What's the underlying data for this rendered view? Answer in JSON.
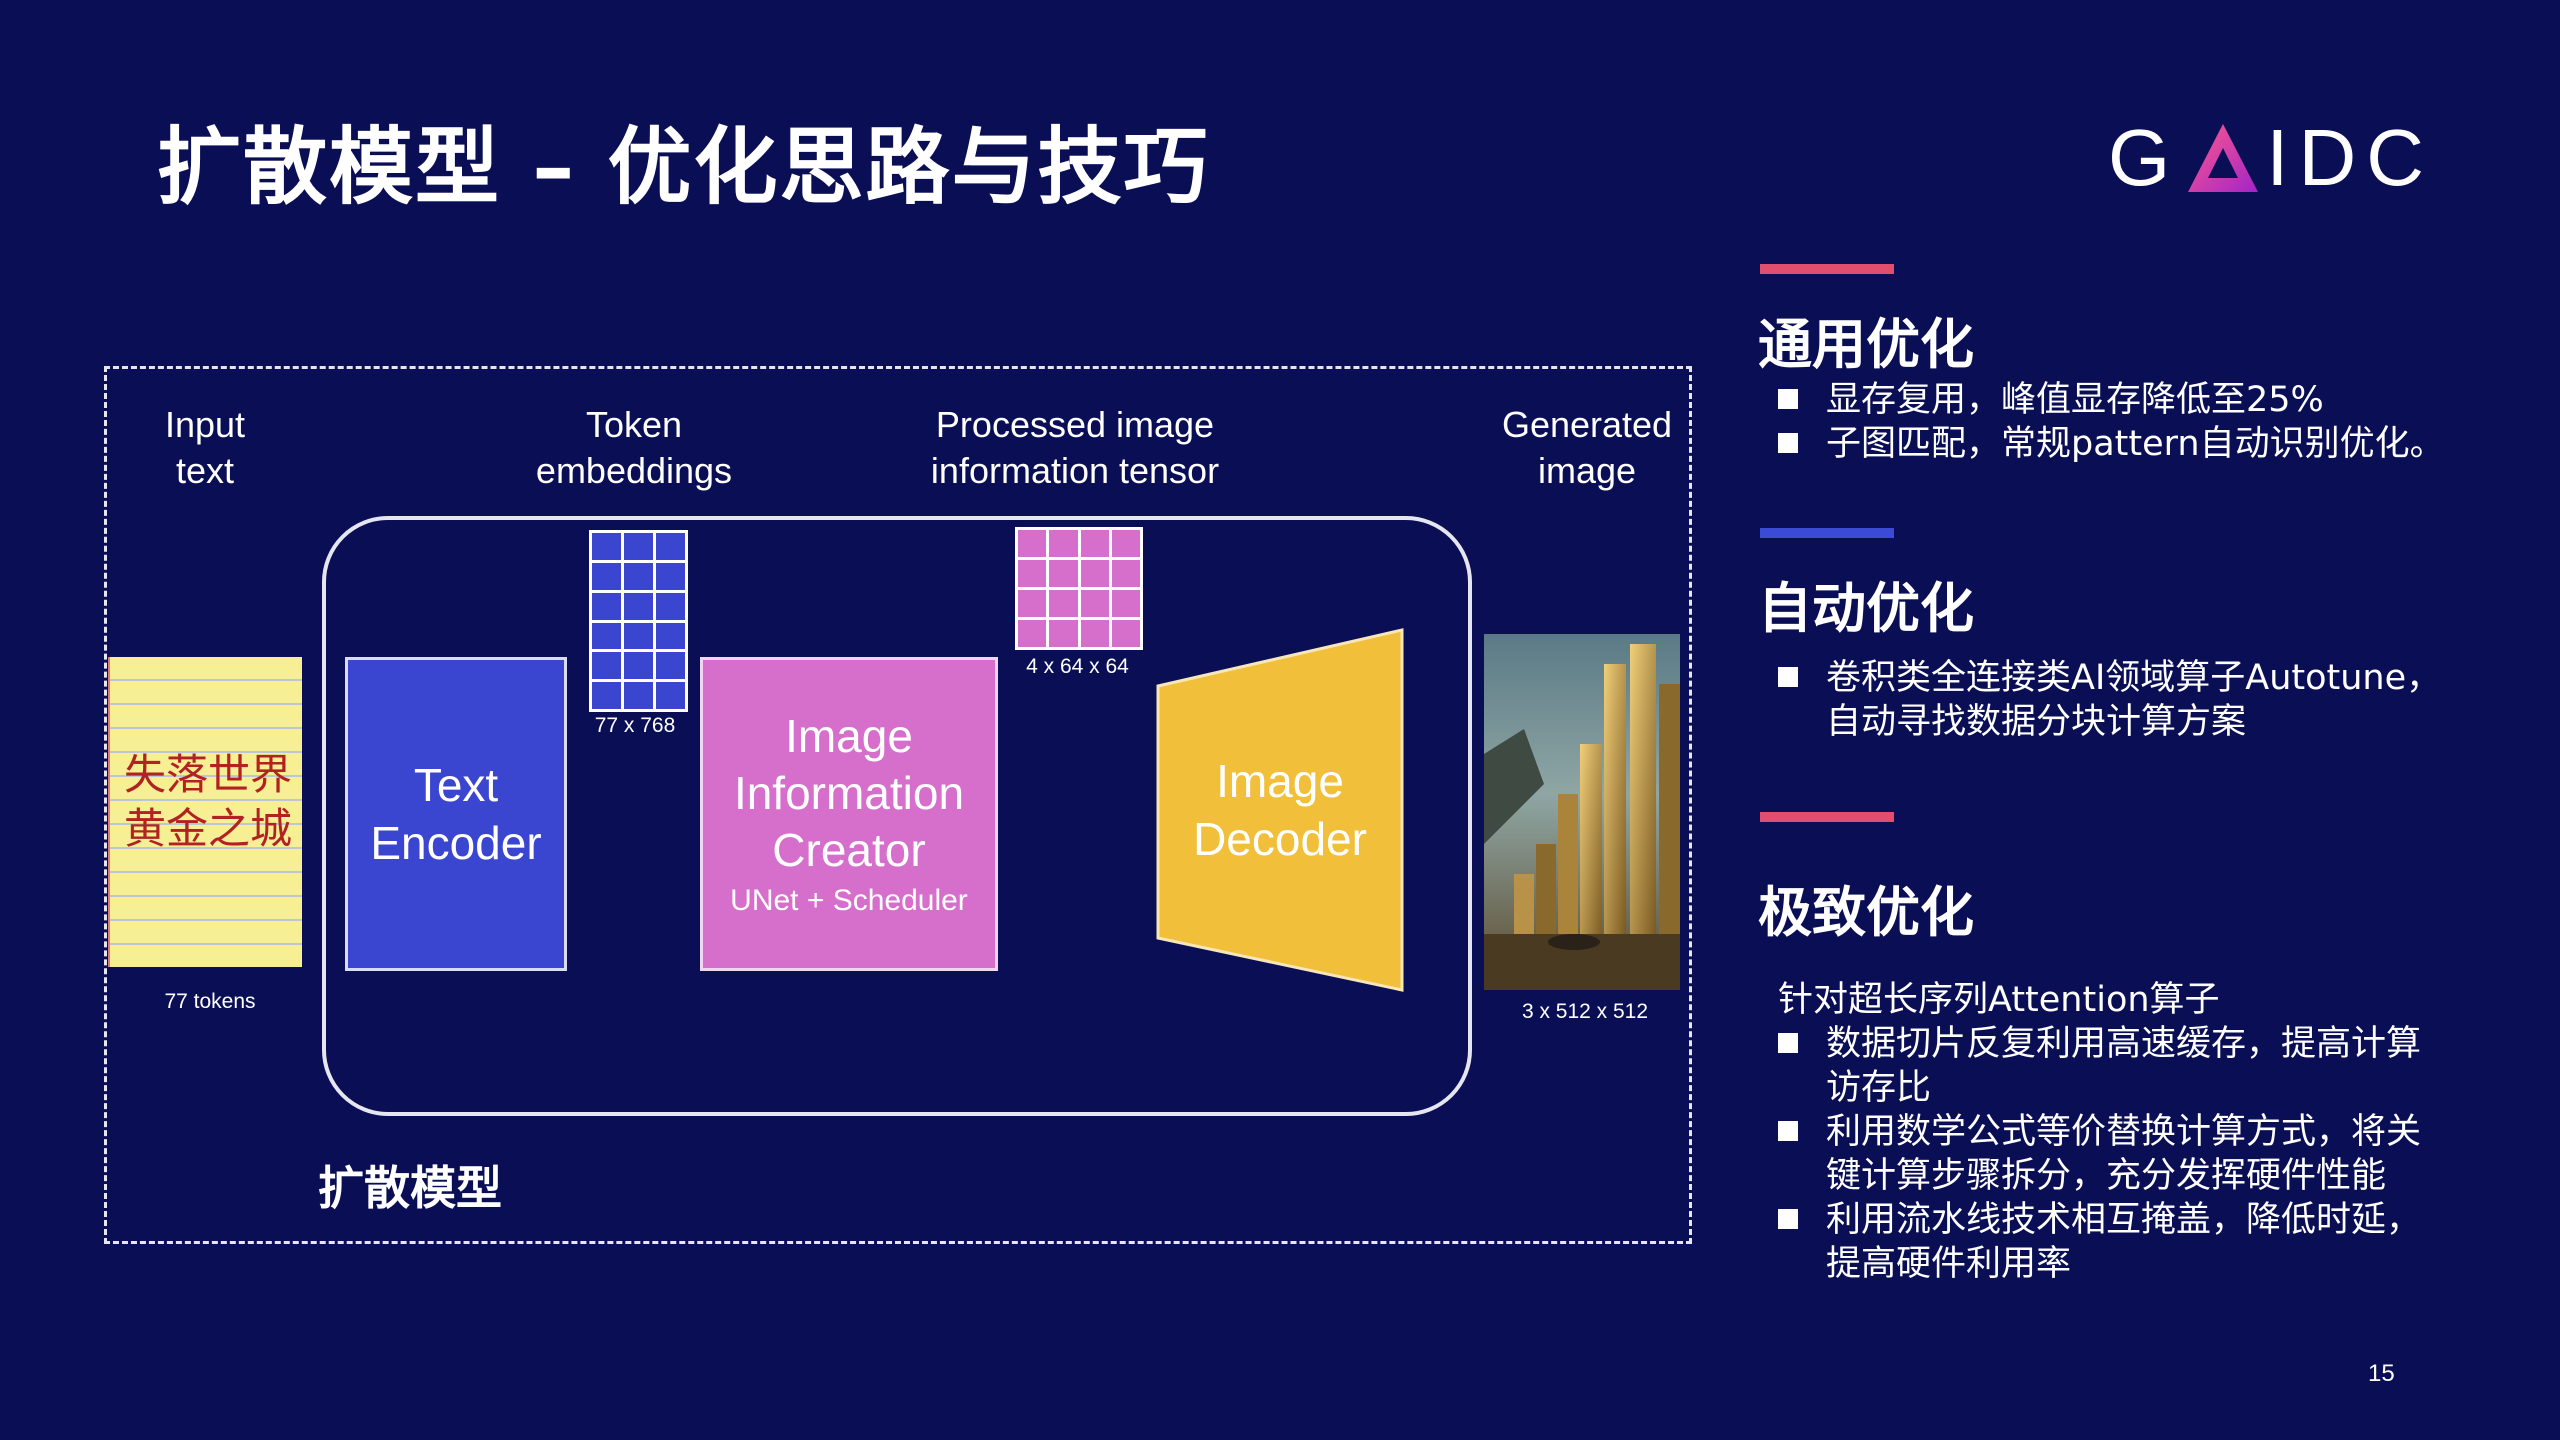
{
  "slide": {
    "title": "扩散模型 – 优化思路与技巧",
    "page_number": "15",
    "logo": {
      "left": "G",
      "right": "IDC"
    }
  },
  "diagram": {
    "labels": {
      "input": [
        "Input",
        "text"
      ],
      "token": [
        "Token",
        "embeddings"
      ],
      "processed": [
        "Processed image",
        "information tensor"
      ],
      "generated": [
        "Generated",
        "image"
      ]
    },
    "notepad_text": [
      "失落世界",
      "黄金之城"
    ],
    "tokens_caption": "77 tokens",
    "embedding_dims": "77 x 768",
    "tensor_dims": "4 x 64 x 64",
    "output_dims": "3 x 512 x 512",
    "text_encoder": [
      "Text",
      "Encoder"
    ],
    "image_creator": [
      "Image",
      "Information",
      "Creator"
    ],
    "image_creator_sub": "UNet + Scheduler",
    "image_decoder": [
      "Image",
      "Decoder"
    ],
    "caption": "扩散模型",
    "colors": {
      "encoder": "#3a46cf",
      "creator": "#d66fcb",
      "decoder": "#f2bf3b"
    }
  },
  "sections": {
    "general": {
      "title": "通用优化",
      "bar_color": "#e0506e",
      "items": [
        "显存复用，峰值显存降低至25%",
        "子图匹配，常规pattern自动识别优化。"
      ]
    },
    "auto": {
      "title": "自动优化",
      "bar_color": "#3b4bd6",
      "items": [
        "卷积类全连接类AI领域算子Autotune，",
        "自动寻找数据分块计算方案"
      ]
    },
    "extreme": {
      "title": "极致优化",
      "bar_color": "#e0506e",
      "intro": "针对超长序列Attention算子",
      "items": [
        [
          "数据切片反复利用高速缓存，提高计算",
          "访存比"
        ],
        [
          "利用数学公式等价替换计算方式，将关",
          "键计算步骤拆分，充分发挥硬件性能"
        ],
        [
          "利用流水线技术相互掩盖，降低时延，",
          "提高硬件利用率"
        ]
      ]
    }
  }
}
